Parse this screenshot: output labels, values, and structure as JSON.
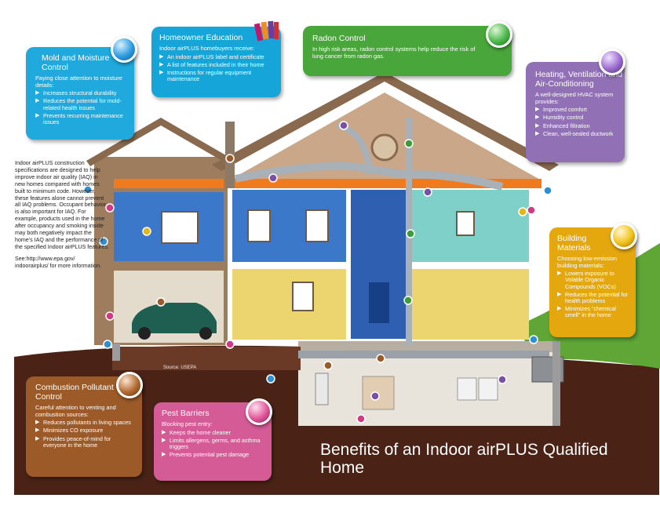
{
  "cards": {
    "mold": {
      "title": "Mold and Moisture Control",
      "intro": "Paying close attention to moisture details:",
      "items": [
        "Increases structural durability",
        "Reduces the potential for mold-related health issues",
        "Prevents recurring maintenance issues"
      ],
      "color": "#1fa9dd"
    },
    "education": {
      "title": "Homeowner Education",
      "intro": "Indoor airPLUS homebuyers receive:",
      "items": [
        "An indoor airPLUS label and certificate",
        "A list of features included in their home",
        "Instructions for regular equipment maintenance"
      ],
      "color": "#16a5d8"
    },
    "radon": {
      "title": "Radon Control",
      "intro": "In high risk areas, radon control systems help reduce the risk of lung cancer from radon gas.",
      "color": "#49a63a"
    },
    "hvac": {
      "title": "Heating, Ventilation and Air-Conditioning",
      "intro": "A well-designed HVAC system provides:",
      "items": [
        "Improved comfort",
        "Humidity control",
        "Enhanced filtration",
        "Clean, well-sealed ductwork"
      ],
      "color": "#9170b5"
    },
    "building": {
      "title": "Building Materials",
      "intro": "Choosing low-emission building materials:",
      "items": [
        "Lowers exposure to Volatile Organic Compounds (VOCs)",
        "Reduces the potential for health problems",
        "Minimizes \"chemical smell\" in the home"
      ],
      "color": "#e4a80e"
    },
    "combustion": {
      "title": "Combustion Pollutant Control",
      "intro": "Careful attention to venting and combustion sources:",
      "items": [
        "Reduces pollutants in living spaces",
        "Minimizes CO exposure",
        "Provides peace-of-mind for everyone in the home"
      ],
      "color": "#9b5a27"
    },
    "pest": {
      "title": "Pest Barriers",
      "intro": "Blocking pest entry:",
      "items": [
        "Keeps the home cleaner",
        "Limits allergens, germs, and asthma triggers",
        "Prevents potential pest damage"
      ],
      "color": "#d45b95"
    }
  },
  "side_text": {
    "paragraph": "Indoor airPLUS construction specifications are designed to help improve indoor air quality (IAQ) in new homes compared with homes built to minimum code. However, these features alone cannot prevent all IAQ problems. Occupant behavior is also important for IAQ. For example, products used in the home after occupancy and smoking inside may both negatively impact the home's IAQ and the performance of the specified Indoor airPLUS features.",
    "see": "See:http://www.epa.gov/ indoorairplus/ for more information."
  },
  "source": "Source: USEPA",
  "main_title": "Benefits of an Indoor airPLUS Qualified Home",
  "palette": {
    "background": "#ffffff",
    "dirt": "#4a2316",
    "grass": "#5fa637",
    "sky": "#ffffff",
    "siding": "#9e7d5e",
    "roof": "#8a6a4e",
    "blue_room": "#3c78c9",
    "yellow_room": "#ecd46e",
    "mint_room": "#7fd0c8",
    "attic_insulation": "#f07b1e",
    "duct": "#a8b0b8",
    "basement": "#e8e4dc",
    "car": "#1f5f52"
  },
  "markers": {
    "blue": "#2e8fd6",
    "purple": "#7a4fa6",
    "green": "#3f9a3a",
    "pink": "#d03a82",
    "yellow": "#e3b816",
    "brown": "#9a5b2a"
  }
}
